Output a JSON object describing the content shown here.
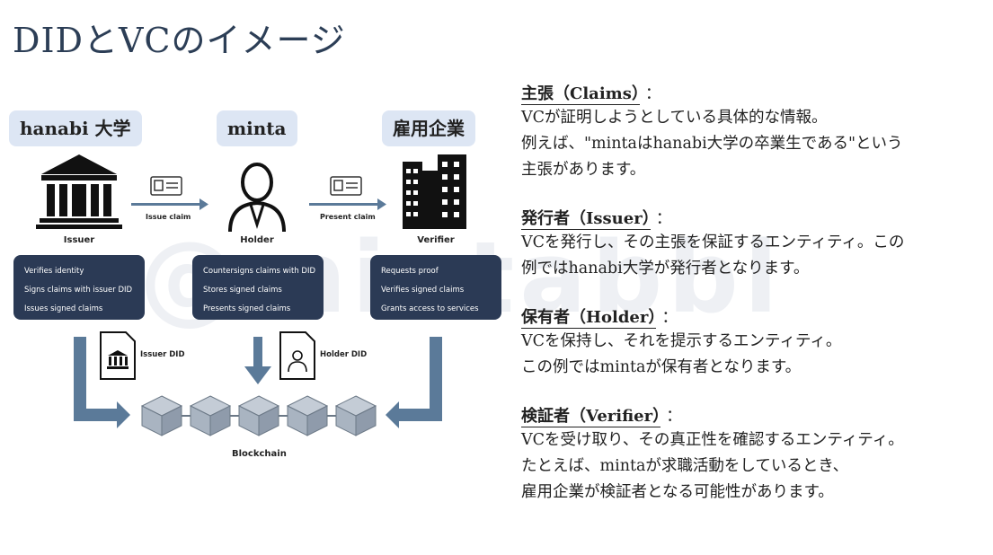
{
  "title": "DIDとVCのイメージ",
  "watermark": "@mintabbl",
  "diagram": {
    "entities": [
      {
        "name": "hanabi 大学",
        "role": "Issuer",
        "duties": [
          "Verifies identity",
          "Signs claims with issuer DID",
          "Issues signed claims"
        ]
      },
      {
        "name": "minta",
        "role": "Holder",
        "duties": [
          "Countersigns claims with DID",
          "Stores signed claims",
          "Presents signed claims"
        ]
      },
      {
        "name": "雇用企業",
        "role": "Verifier",
        "duties": [
          "Requests proof",
          "Verifies signed claims",
          "Grants access to services"
        ]
      }
    ],
    "issue_claim": "Issue claim",
    "present_claim": "Present claim",
    "issuer_did": "Issuer DID",
    "holder_did": "Holder DID",
    "blockchain": "Blockchain",
    "colors": {
      "box": "#2b3a55",
      "pill": "#dde6f4",
      "arrow": "#5b7a99",
      "cube": "#a9b4c1"
    }
  },
  "sections": [
    {
      "term": "主張（Claims）",
      "colon": "：",
      "lines": [
        "VCが証明しようとしている具体的な情報。",
        "例えば、\"mintaはhanabi大学の卒業生である\"という",
        "主張があります。"
      ]
    },
    {
      "term": "発行者（Issuer）",
      "colon": "：",
      "lines": [
        "VCを発行し、その主張を保証するエンティティ。この",
        "例ではhanabi大学が発行者となります。"
      ]
    },
    {
      "term": "保有者（Holder）",
      "colon": "：",
      "lines": [
        "VCを保持し、それを提示するエンティティ。",
        "この例ではmintaが保有者となります。"
      ]
    },
    {
      "term": "検証者（Verifier）",
      "colon": "：",
      "lines": [
        "VCを受け取り、その真正性を確認するエンティティ。",
        "たとえば、mintaが求職活動をしているとき、",
        "雇用企業が検証者となる可能性があります。"
      ]
    }
  ]
}
